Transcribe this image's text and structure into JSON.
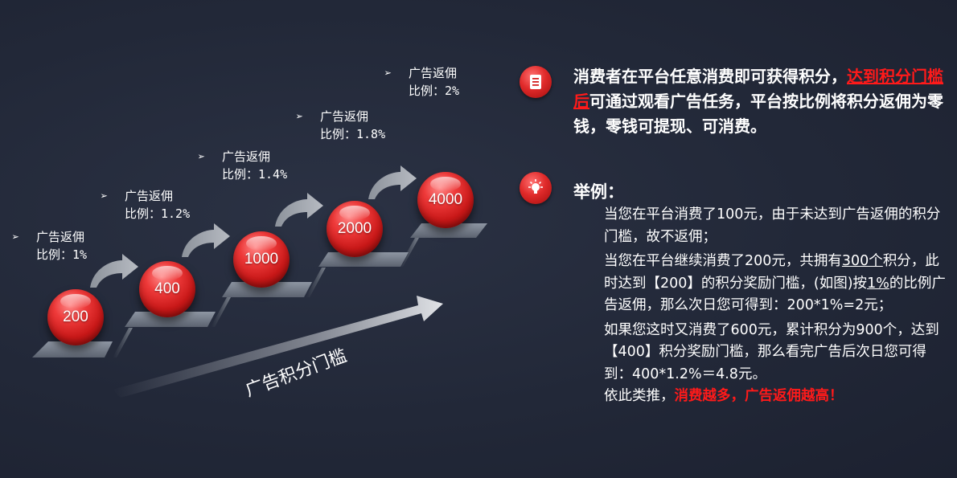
{
  "tiers": [
    {
      "label": "广告返佣",
      "ratio": "比例：1%"
    },
    {
      "label": "广告返佣",
      "ratio": "比例：1.2%"
    },
    {
      "label": "广告返佣",
      "ratio": "比例：1.4%"
    },
    {
      "label": "广告返佣",
      "ratio": "比例：1.8%"
    },
    {
      "label": "广告返佣",
      "ratio": "比例：2%"
    }
  ],
  "balls": [
    "200",
    "400",
    "1000",
    "2000",
    "4000"
  ],
  "arrow_label": "广告积分门槛",
  "bullet_glyph": "➢",
  "intro": {
    "part1": "消费者在平台任意消费即可获得积分，",
    "highlight": "达到积分门槛后",
    "part2": "可通过观看广告任务，平台按比例将积分返佣为零钱，零钱可提现、可消费。"
  },
  "example_title": "举例：",
  "example": {
    "p1": "当您在平台消费了100元，由于未达到广告返佣的积分门槛，故不返佣；",
    "p2a": "当您在平台继续消费了200元，共拥有",
    "p2u1": "300个",
    "p2b": "积分，此时达到【200】的积分奖励门槛，(如图)按",
    "p2u2": "1%",
    "p2c": "的比例广告返佣，那么次日您可得到：200*1%=2元；",
    "p3": "如果您这时又消费了600元，累计积分为900个，达到【400】积分奖励门槛，那么看完广告后次日您可得到：400*1.2%＝4.8元。",
    "p4a": "依此类推，",
    "p4b": "消费越多，广告返佣越高！"
  },
  "icons": [
    "document-icon",
    "lightbulb-icon"
  ],
  "colors": {
    "accent_red": "#ff1a1a",
    "ball_red": "#d42020",
    "background": "#222838"
  }
}
